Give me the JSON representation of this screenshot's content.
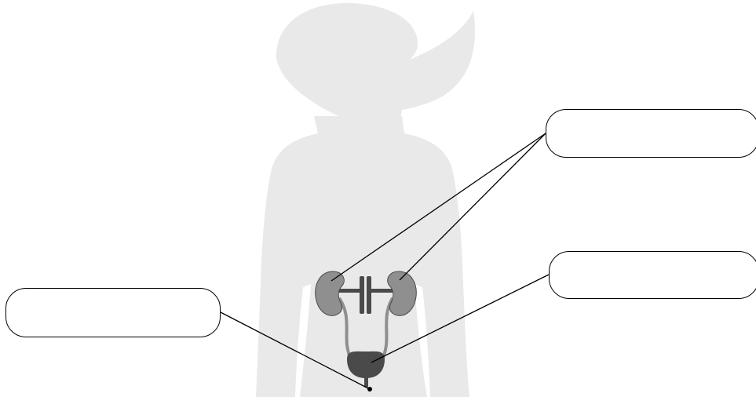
{
  "labels": [
    {
      "id": "top-right",
      "value": ""
    },
    {
      "id": "middle-right",
      "value": ""
    },
    {
      "id": "left",
      "value": ""
    }
  ],
  "colors": {
    "silhouette": "#e9e9e9",
    "organ_tissue": "#8f8f8f",
    "organ_dark": "#4a4a4a",
    "leader_line": "#000000",
    "box_border": "#000000"
  }
}
